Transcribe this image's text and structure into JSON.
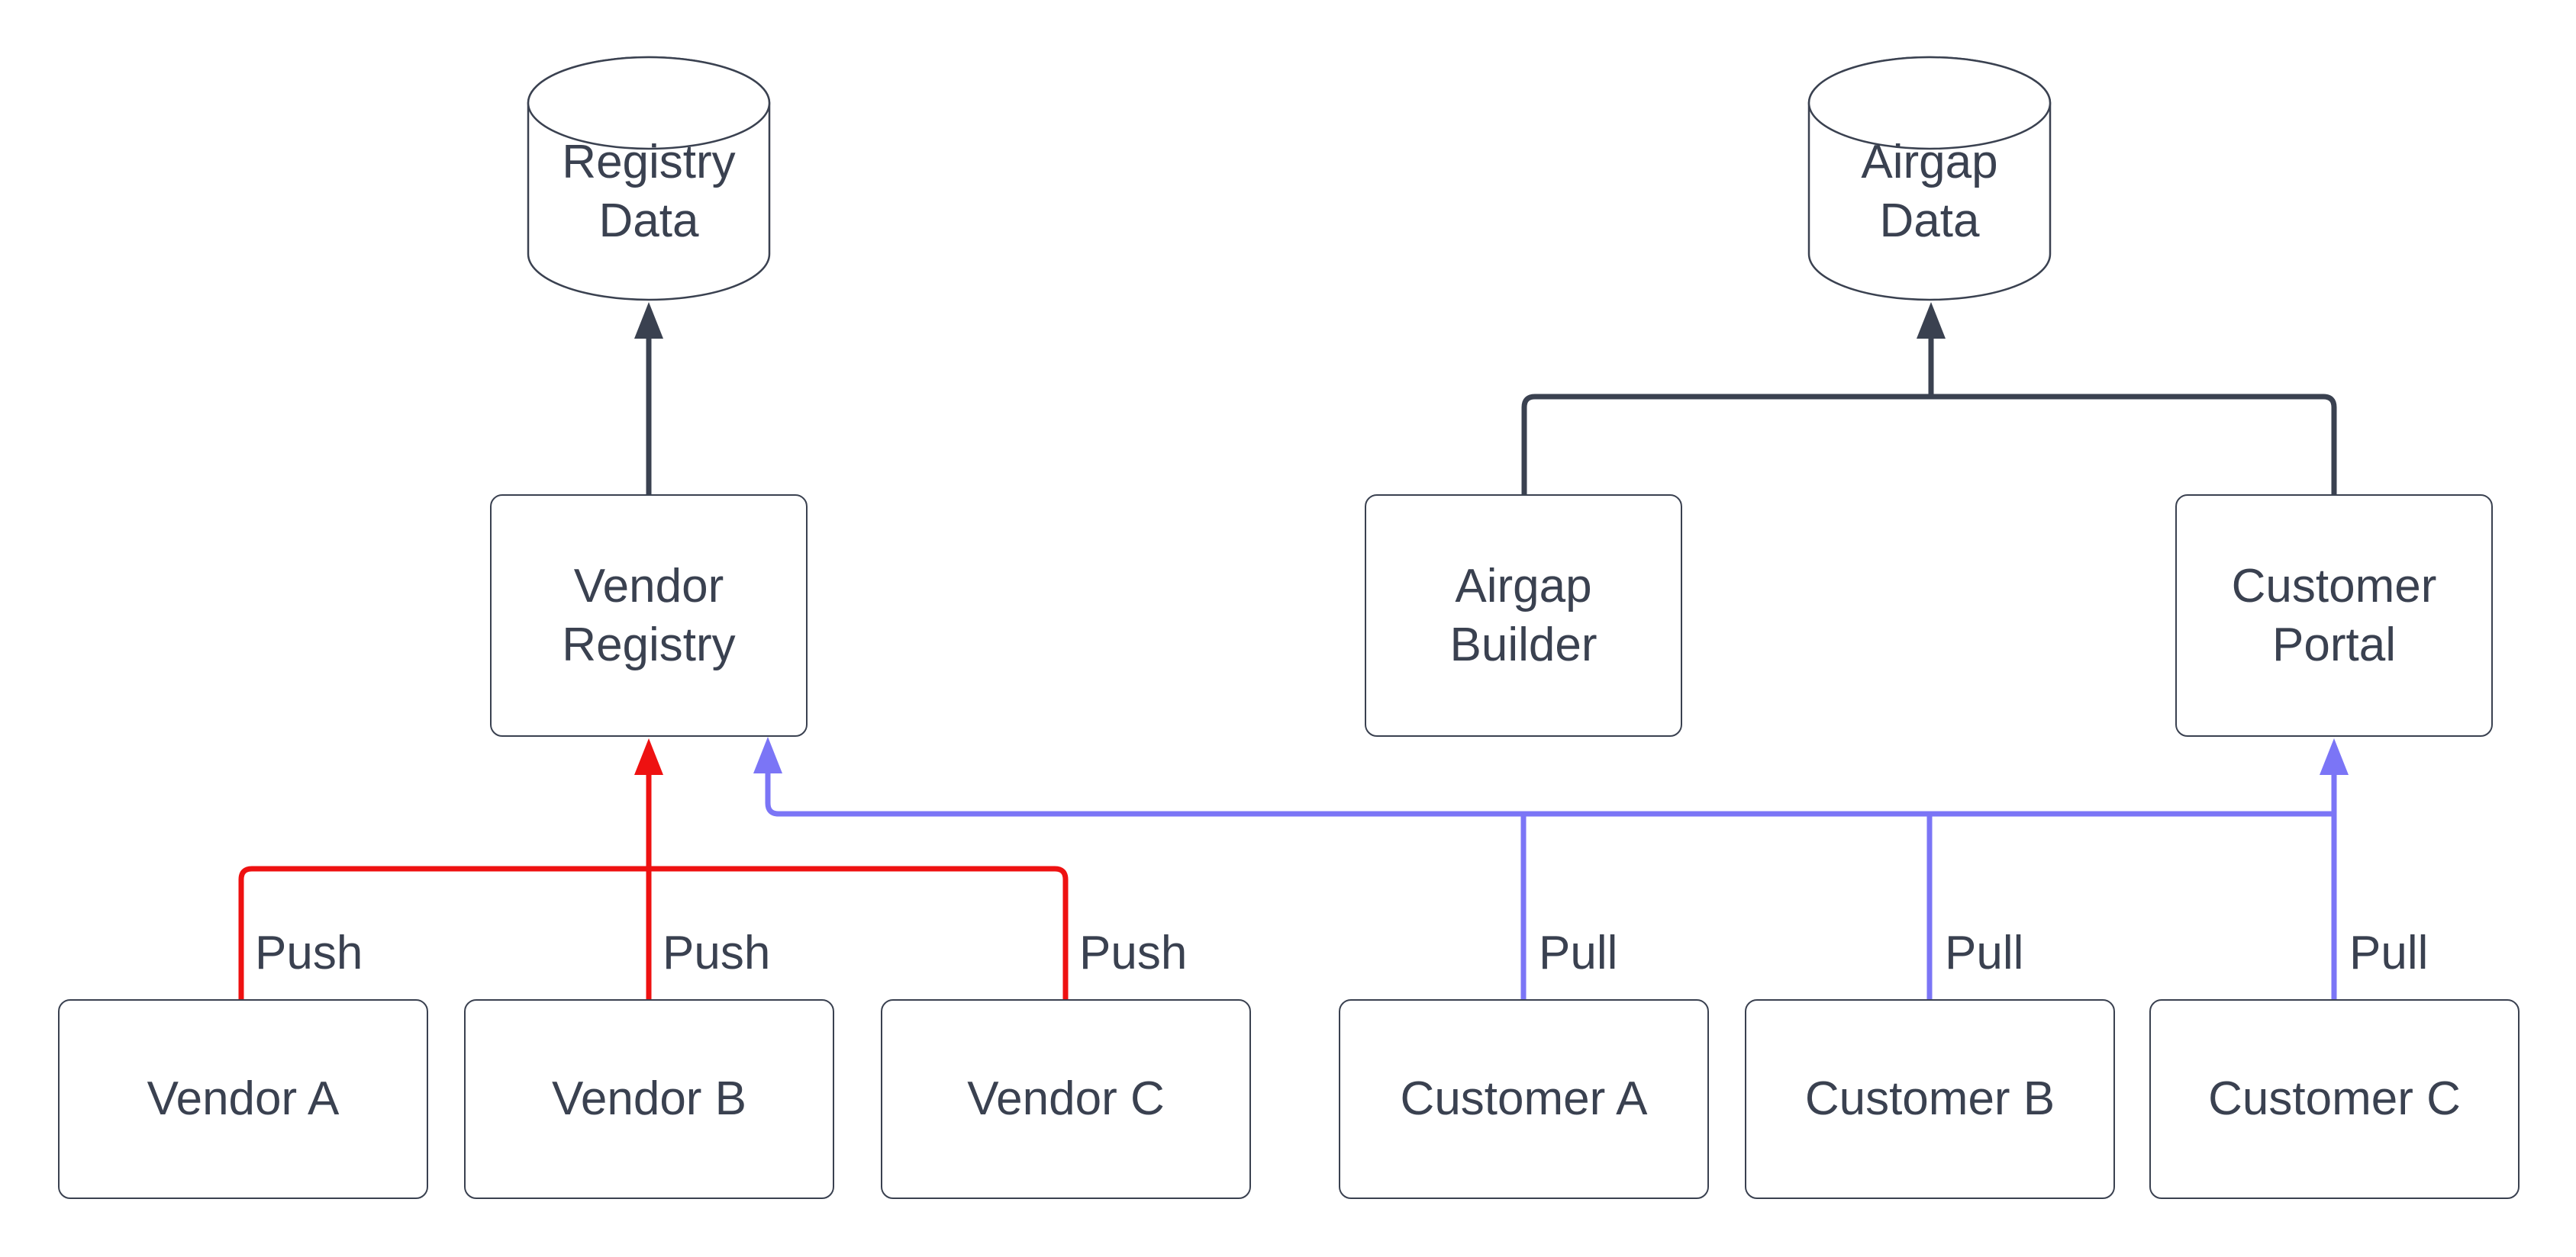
{
  "title": "Vendor / Customer registry data flow diagram",
  "colors": {
    "ink": "#3a4150",
    "red": "#ee1111",
    "blue": "#7b75f6",
    "background": "#ffffff"
  },
  "nodes": {
    "registry_data": {
      "label": "Registry Data",
      "shape": "cylinder"
    },
    "airgap_data": {
      "label": "Airgap Data",
      "shape": "cylinder"
    },
    "vendor_registry": {
      "label": "Vendor Registry",
      "shape": "rect"
    },
    "airgap_builder": {
      "label": "Airgap Builder",
      "shape": "rect"
    },
    "customer_portal": {
      "label": "Customer Portal",
      "shape": "rect"
    },
    "vendor_a": {
      "label": "Vendor A",
      "shape": "rect"
    },
    "vendor_b": {
      "label": "Vendor B",
      "shape": "rect"
    },
    "vendor_c": {
      "label": "Vendor C",
      "shape": "rect"
    },
    "customer_a": {
      "label": "Customer A",
      "shape": "rect"
    },
    "customer_b": {
      "label": "Customer B",
      "shape": "rect"
    },
    "customer_c": {
      "label": "Customer C",
      "shape": "rect"
    }
  },
  "connections": [
    {
      "from": "vendor_registry",
      "to": "registry_data",
      "color": "dark"
    },
    {
      "from": "airgap_builder",
      "to": "airgap_data",
      "color": "dark"
    },
    {
      "from": "customer_portal",
      "to": "airgap_data",
      "color": "dark"
    },
    {
      "from": "vendor_a",
      "to": "vendor_registry",
      "color": "red",
      "label": "Push"
    },
    {
      "from": "vendor_b",
      "to": "vendor_registry",
      "color": "red",
      "label": "Push"
    },
    {
      "from": "vendor_c",
      "to": "vendor_registry",
      "color": "red",
      "label": "Push"
    },
    {
      "from": "customer_a",
      "to": "vendor_registry, customer_portal",
      "color": "blue",
      "label": "Pull"
    },
    {
      "from": "customer_b",
      "to": "vendor_registry, customer_portal",
      "color": "blue",
      "label": "Pull"
    },
    {
      "from": "customer_c",
      "to": "vendor_registry, customer_portal",
      "color": "blue",
      "label": "Pull"
    }
  ]
}
